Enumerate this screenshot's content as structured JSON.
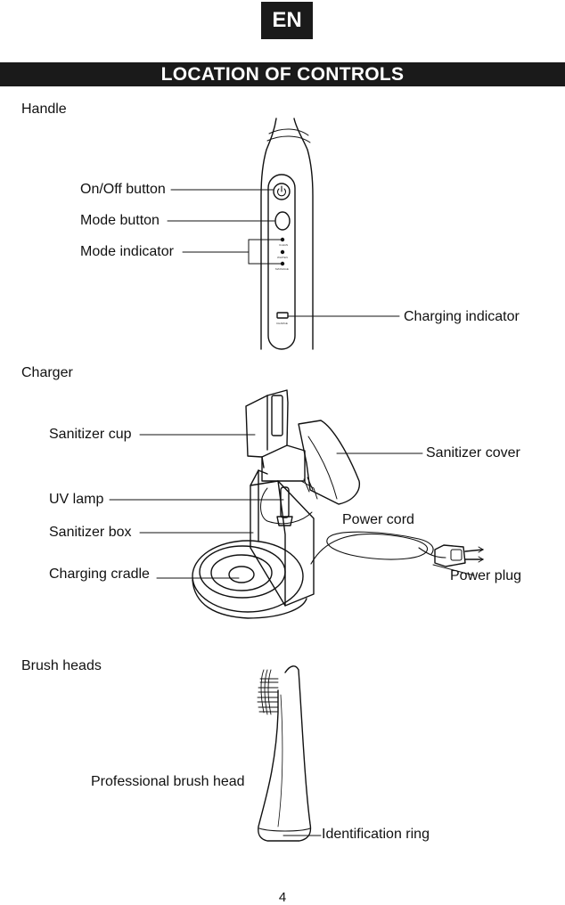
{
  "header": {
    "lang_badge": "EN",
    "title": "LOCATION OF CONTROLS"
  },
  "sections": {
    "handle": {
      "title": "Handle",
      "labels": {
        "on_off": "On/Off button",
        "mode": "Mode button",
        "mode_indicator": "Mode indicator",
        "charging_indicator": "Charging indicator"
      },
      "modes": [
        "CLEAN",
        "WHITEN",
        "MASSAGE"
      ],
      "charge_text": "CHARGE"
    },
    "charger": {
      "title": "Charger",
      "labels": {
        "sanitizer_cup": "Sanitizer cup",
        "sanitizer_cover": "Sanitizer cover",
        "uv_lamp": "UV lamp",
        "power_cord": "Power cord",
        "sanitizer_box": "Sanitizer box",
        "charging_cradle": "Charging cradle",
        "power_plug": "Power plug"
      }
    },
    "brush_heads": {
      "title": "Brush heads",
      "labels": {
        "professional": "Professional brush head",
        "identification_ring": "Identification ring"
      }
    }
  },
  "footer": {
    "page_number": "4"
  }
}
